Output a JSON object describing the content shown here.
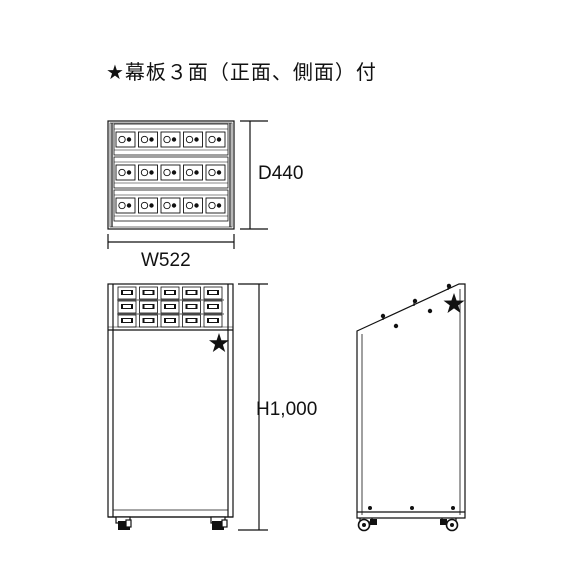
{
  "header": {
    "note": "★幕板３面（正面、側面）付"
  },
  "dimensions": {
    "depth": "D440",
    "width": "W522",
    "height": "H1,000"
  },
  "colors": {
    "line": "#111111",
    "background": "#ffffff"
  },
  "icons": [
    "star-icon",
    "caster-wheel-icon"
  ]
}
